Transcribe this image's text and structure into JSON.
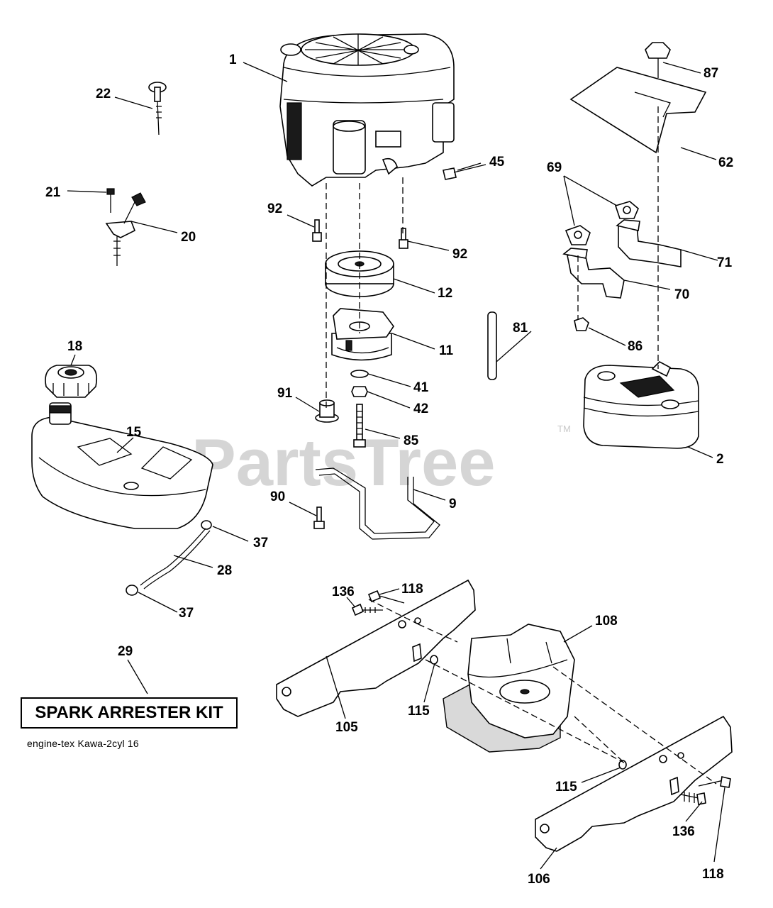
{
  "watermark": {
    "text": "PartsTree",
    "tm": "TM"
  },
  "kit_label": "SPARK ARRESTER KIT",
  "caption": "engine-tex  Kawa-2cyl  16",
  "callouts": {
    "c1": "1",
    "c87": "87",
    "c22": "22",
    "c62": "62",
    "c45": "45",
    "c69": "69",
    "c21": "21",
    "c20": "20",
    "c92a": "92",
    "c92b": "92",
    "c71": "71",
    "c12": "12",
    "c70": "70",
    "c81": "81",
    "c86": "86",
    "c18": "18",
    "c11": "11",
    "c41": "41",
    "c91": "91",
    "c42": "42",
    "c15": "15",
    "c85": "85",
    "c2": "2",
    "c90": "90",
    "c9": "9",
    "c37a": "37",
    "c28": "28",
    "c37b": "37",
    "c136a": "136",
    "c118a": "118",
    "c108": "108",
    "c29": "29",
    "c105": "105",
    "c115a": "115",
    "c115b": "115",
    "c136b": "136",
    "c106": "106",
    "c118b": "118"
  }
}
